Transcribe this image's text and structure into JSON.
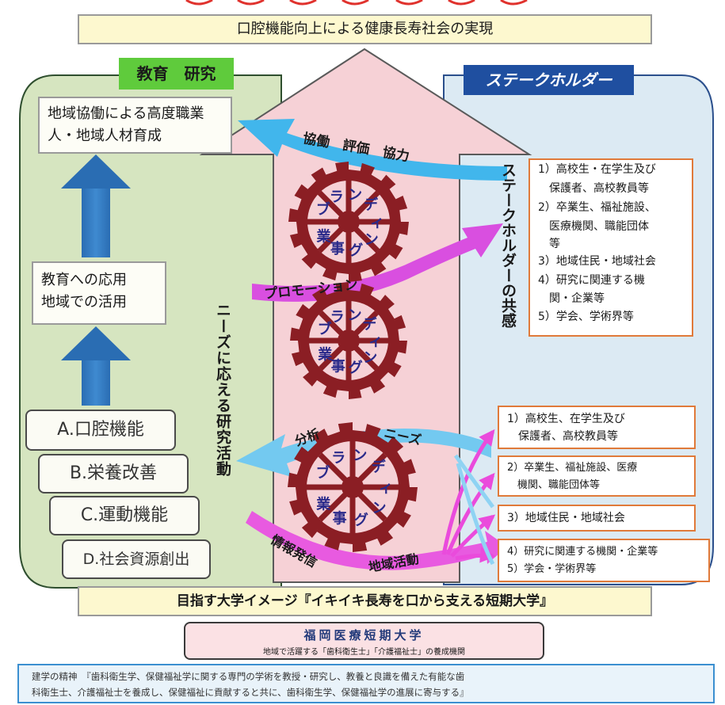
{
  "top_banner": "口腔機能向上による健康長寿社会の実現",
  "left_panel": {
    "title": "教育　研究",
    "goal_box": "地域協働による高度職業人・地域人材育成",
    "application_box": [
      "教育への応用",
      "地域での活用"
    ],
    "themes": [
      "A.口腔機能",
      "B.栄養改善",
      "C.運動機能",
      "D.社会資源創出"
    ]
  },
  "center": {
    "vertical_label": "ニーズに応える研究活動",
    "arrow_labels": {
      "collaboration": "協働　評価　協力",
      "promotion": "プロモーション",
      "analysis": "分析",
      "needs": "ニーズ",
      "info": "情報発信",
      "community": "地域活動"
    },
    "gear_words": [
      "ブ",
      "ラ",
      "ン",
      "デ",
      "ィ",
      "ン",
      "グ",
      "事",
      "業"
    ]
  },
  "right_panel": {
    "title": "ステークホルダー",
    "vertical_label": "ステークホルダーの共感",
    "list_upper": [
      "1）高校生・在学生及び",
      "　保護者、高校教員等",
      "2）卒業生、福祉施設、",
      "　医療機関、職能団体",
      "　等",
      "3）地域住民・地域社会",
      "4）研究に関連する機",
      "　関・企業等",
      "5）学会、学術界等"
    ],
    "boxes_lower": [
      [
        "1）高校生、在学生及び",
        "　保護者、高校教員等"
      ],
      [
        "2）卒業生、福祉施設、医療",
        "　機関、職能団体等"
      ],
      [
        "3）地域住民・地域社会"
      ],
      [
        "4）研究に関連する機関・企業等",
        "5）学会・学術界等"
      ]
    ]
  },
  "bottom": {
    "image_banner": "目指す大学イメージ『イキイキ長寿を口から支える短期大学』",
    "college_name": "福岡医療短期大学",
    "college_sub": "地域で活躍する「歯科衛生士」「介護福祉士」の養成機関",
    "spirit": [
      "建学の精神　『歯科衛生学、保健福祉学に関する専門の学術を教授・研究し、教養と良識を備えた有能な歯",
      "科衛生士、介護福祉士を養成し、保健福祉に貢献すると共に、歯科衛生学、保健福祉学の進展に寄与する』"
    ]
  },
  "colors": {
    "left_panel_fill": "#d9e6c4",
    "right_panel_fill": "#dceaf3",
    "house_fill": "#f5d0d5",
    "gear": "#8b1e24",
    "blue_arrow": "#1f6fb6",
    "cyan_arrow": "#3bb4ea",
    "magenta_arrow": "#e23fd2",
    "title_green": "#5fcb3c",
    "title_blue": "#1f4fa0",
    "banner_fill": "#fdf6c8"
  }
}
